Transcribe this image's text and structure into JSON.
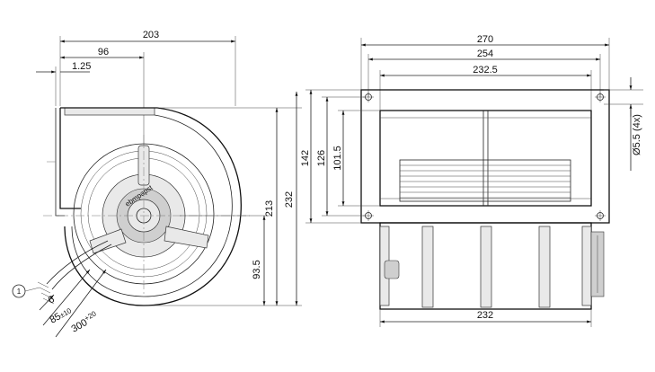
{
  "front_view": {
    "width_overall": "203",
    "motor_axis_offset": "96",
    "flange_thickness": "1.25",
    "height_overall": "232",
    "outlet_height": "213",
    "axis_height": "93.5",
    "callout_number": "1",
    "wire_strip": "6",
    "wire_sleeve_base": "85",
    "wire_sleeve_tol": "±10",
    "cable_length_base": "300",
    "cable_length_tol": "+20",
    "label_brand": "ebmpapst"
  },
  "side_view": {
    "flange_width": "270",
    "hole_spacing": "254",
    "inner_width": "232.5",
    "flange_height": "142",
    "hole_spacing_vertical": "126",
    "opening_height": "101.5",
    "hole_callout": "Ø5.5 (4x)",
    "housing_width": "232"
  }
}
